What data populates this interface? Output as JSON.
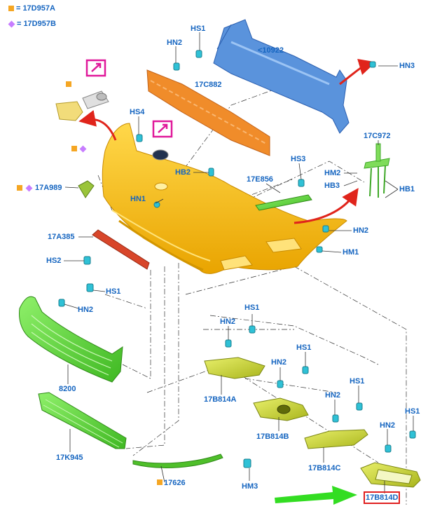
{
  "legend": [
    {
      "marker": "square",
      "color": "#f5a623",
      "code": "17D957A",
      "sep": "="
    },
    {
      "marker": "diamond",
      "color": "#c77dff",
      "code": "17D957B",
      "sep": "="
    }
  ],
  "labels": {
    "hs1_top": "HS1",
    "hn2_top": "HN2",
    "reinf": "<10922",
    "hn3": "HN3",
    "absorber": "17C882",
    "hs4": "HS4",
    "c972": "17C972",
    "hm2": "HM2",
    "hb3": "HB3",
    "hb1": "HB1",
    "hs3": "HS3",
    "hb2": "HB2",
    "e856": "17E856",
    "a989": "17A989",
    "hn1": "HN1",
    "a385": "17A385",
    "hn2_right": "HN2",
    "hm1": "HM1",
    "hs2": "HS2",
    "hs1_grille": "HS1",
    "hn2_grille": "HN2",
    "grille": "8200",
    "k945": "17K945",
    "p17626": "17626",
    "hm3": "HM3",
    "a_hs1": "HS1",
    "a_hn2": "HN2",
    "a_part": "17B814A",
    "b_hs1": "HS1",
    "b_hn2": "HN2",
    "b_part": "17B814B",
    "c_hs1": "HS1",
    "c_hn2": "HN2",
    "c_part": "17B814C",
    "d_hs1": "HS1",
    "d_hn2": "HN2",
    "d_part": "17B814D"
  },
  "colors": {
    "label": "#1565c0",
    "highlight": "#e02020",
    "arrow_red": "#e0241b",
    "arrow_green": "#33dd22",
    "magenta": "#e0189a",
    "bumper": "#f4b400",
    "absorber": "#f08c2a",
    "reinforcement": "#5a93dc",
    "grille": "#5fd43a",
    "fog": "#c6d42a",
    "strip": "#e04a2a"
  }
}
